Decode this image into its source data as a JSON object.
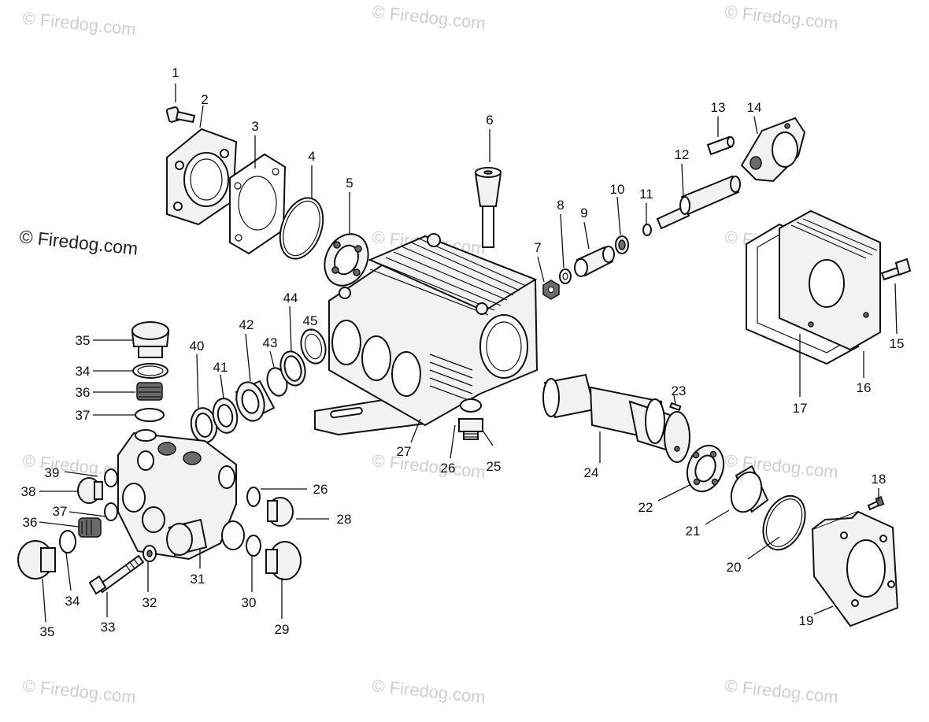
{
  "watermark": "© Firedog.com",
  "colors": {
    "line": "#111111",
    "watermark": "#cfcfcf"
  },
  "part_labels": [
    "1",
    "2",
    "3",
    "4",
    "5",
    "6",
    "7",
    "8",
    "9",
    "10",
    "11",
    "12",
    "13",
    "14",
    "15",
    "16",
    "17",
    "18",
    "19",
    "20",
    "21",
    "22",
    "23",
    "24",
    "25",
    "26",
    "27",
    "28",
    "29",
    "30",
    "31",
    "32",
    "33",
    "34",
    "35",
    "36",
    "37",
    "38",
    "39",
    "40",
    "41",
    "42",
    "43",
    "44",
    "45"
  ]
}
